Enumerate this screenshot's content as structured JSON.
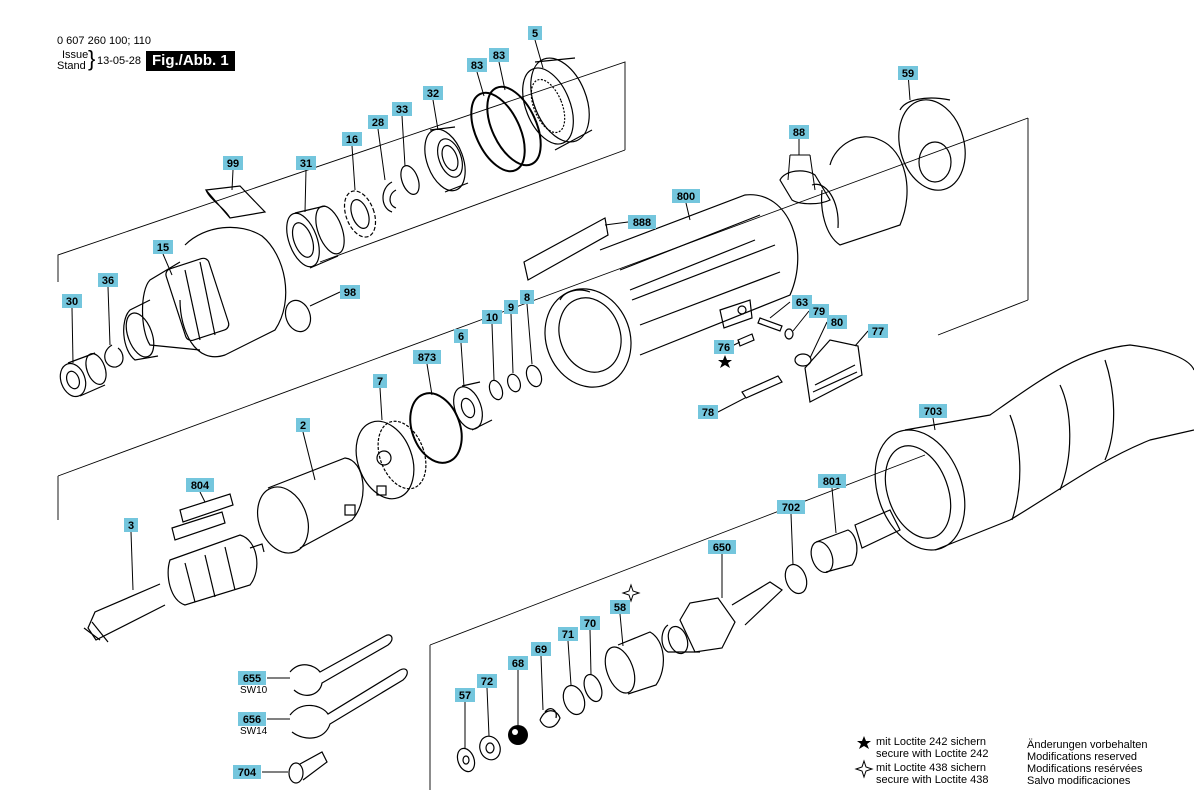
{
  "header": {
    "part_number": "0 607 260 100; 110",
    "issue_label": "Issue",
    "stand_label": "Stand",
    "date": "13-05-28",
    "figure_label": "Fig./Abb. 1"
  },
  "parts": [
    {
      "id": "p5",
      "label": "5"
    },
    {
      "id": "p83a",
      "label": "83"
    },
    {
      "id": "p83b",
      "label": "83"
    },
    {
      "id": "p32",
      "label": "32"
    },
    {
      "id": "p33",
      "label": "33"
    },
    {
      "id": "p28",
      "label": "28"
    },
    {
      "id": "p16",
      "label": "16"
    },
    {
      "id": "p31",
      "label": "31"
    },
    {
      "id": "p99",
      "label": "99"
    },
    {
      "id": "p15",
      "label": "15"
    },
    {
      "id": "p36",
      "label": "36"
    },
    {
      "id": "p30",
      "label": "30"
    },
    {
      "id": "p98",
      "label": "98"
    },
    {
      "id": "p59",
      "label": "59"
    },
    {
      "id": "p88",
      "label": "88"
    },
    {
      "id": "p800",
      "label": "800"
    },
    {
      "id": "p888",
      "label": "888"
    },
    {
      "id": "p63",
      "label": "63"
    },
    {
      "id": "p79",
      "label": "79"
    },
    {
      "id": "p80",
      "label": "80"
    },
    {
      "id": "p77",
      "label": "77"
    },
    {
      "id": "p76",
      "label": "76"
    },
    {
      "id": "p78",
      "label": "78"
    },
    {
      "id": "p8",
      "label": "8"
    },
    {
      "id": "p9",
      "label": "9"
    },
    {
      "id": "p10",
      "label": "10"
    },
    {
      "id": "p6",
      "label": "6"
    },
    {
      "id": "p873",
      "label": "873"
    },
    {
      "id": "p7",
      "label": "7"
    },
    {
      "id": "p2",
      "label": "2"
    },
    {
      "id": "p804",
      "label": "804"
    },
    {
      "id": "p3",
      "label": "3"
    },
    {
      "id": "p703",
      "label": "703"
    },
    {
      "id": "p801",
      "label": "801"
    },
    {
      "id": "p702",
      "label": "702"
    },
    {
      "id": "p650",
      "label": "650"
    },
    {
      "id": "p58",
      "label": "58"
    },
    {
      "id": "p70",
      "label": "70"
    },
    {
      "id": "p71",
      "label": "71"
    },
    {
      "id": "p69",
      "label": "69"
    },
    {
      "id": "p68",
      "label": "68"
    },
    {
      "id": "p72",
      "label": "72"
    },
    {
      "id": "p57",
      "label": "57"
    },
    {
      "id": "p655",
      "label": "655"
    },
    {
      "id": "p656",
      "label": "656"
    },
    {
      "id": "p704",
      "label": "704"
    }
  ],
  "sublabels": {
    "sw10": "SW10",
    "sw14": "SW14"
  },
  "legend": {
    "star_de": "mit Loctite 242 sichern",
    "star_en": "secure with Loctite 242",
    "diamond_de": "mit Loctite 438 sichern",
    "diamond_en": "secure with Loctite 438"
  },
  "disclaimer": {
    "de": "Änderungen vorbehalten",
    "en": "Modifications reserved",
    "fr": "Modifications resérvées",
    "es": "Salvo modificaciones"
  },
  "colors": {
    "callout_fill": "#74c6dd",
    "ink": "#000000"
  }
}
